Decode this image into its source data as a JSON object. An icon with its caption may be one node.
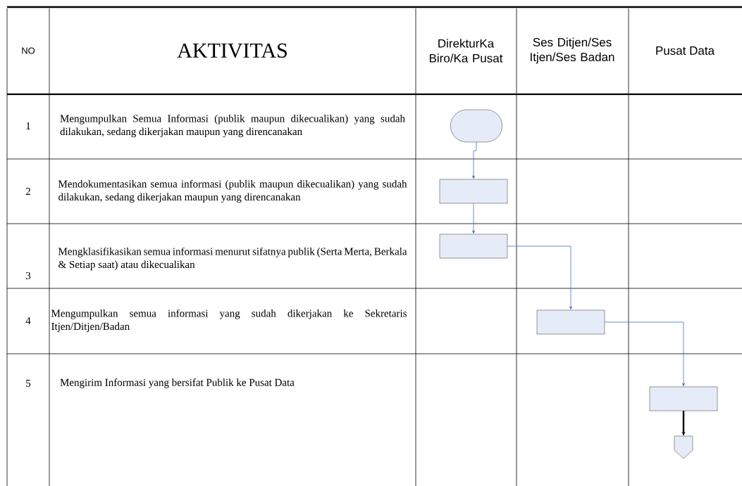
{
  "diagram": {
    "nodes": [
      {
        "text": [],
        "shape": "terminal"
      },
      {
        "text": [],
        "shape": "box"
      },
      {
        "text": [],
        "shape": "box"
      },
      {
        "text": [],
        "shape": "box"
      },
      {
        "text": [],
        "shape": "box"
      },
      {
        "text": [],
        "shape": "pentagon"
      }
    ],
    "edges": [
      {
        "from": 0,
        "to": 1,
        "arrow": "to"
      },
      {
        "from": 1,
        "to": 2,
        "arrow": "to"
      },
      {
        "from": 2,
        "to": 3,
        "arrow": "to"
      },
      {
        "from": 3,
        "to": 4,
        "arrow": "to"
      },
      {
        "from": 4,
        "to": 5,
        "arrow": "to",
        "style": "thick",
        "color": "#000000"
      }
    ],
    "labels": [
      "NO",
      "AKTIVITAS",
      "DirekturKa Biro/Ka Pusat",
      "Ses Ditjen/Ses Itjen/Ses Badan",
      "Pusat Data",
      "1",
      "Mengumpulkan Semua Informasi (publik maupun dikecualikan) yang sudah dilakukan, sedang dikerjakan maupun yang direncanakan",
      "2",
      "Mendokumentasikan semua informasi (publik maupun dikecualikan) yang sudah dilakukan, sedang dikerjakan maupun yang direncanakan",
      "3",
      "Mengklasifikasikan semua informasi menurut sifatnya publik (Serta Merta, Berkala & Setiap saat) atau dikecualikan",
      "4",
      "Mengumpulkan semua informasi yang sudah dikerjakan ke Sekretaris Itjen/Ditjen/Badan",
      "5",
      "Mengirim Informasi yang bersifat Publik ke Pusat Data"
    ]
  }
}
